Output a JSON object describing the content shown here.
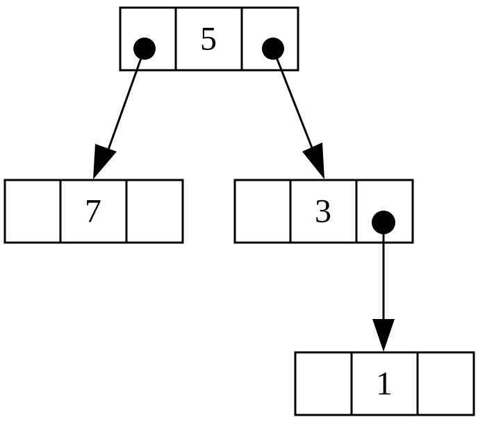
{
  "tree": {
    "nodes": [
      {
        "id": "root",
        "value": "5",
        "left": true,
        "right": true
      },
      {
        "id": "left",
        "value": "7",
        "left": false,
        "right": false
      },
      {
        "id": "right",
        "value": "3",
        "left": false,
        "right": true
      },
      {
        "id": "rr",
        "value": "1",
        "left": false,
        "right": false
      }
    ],
    "edges": [
      {
        "from": "root",
        "side": "left",
        "to": "left"
      },
      {
        "from": "root",
        "side": "right",
        "to": "right"
      },
      {
        "from": "right",
        "side": "right",
        "to": "rr"
      }
    ]
  }
}
